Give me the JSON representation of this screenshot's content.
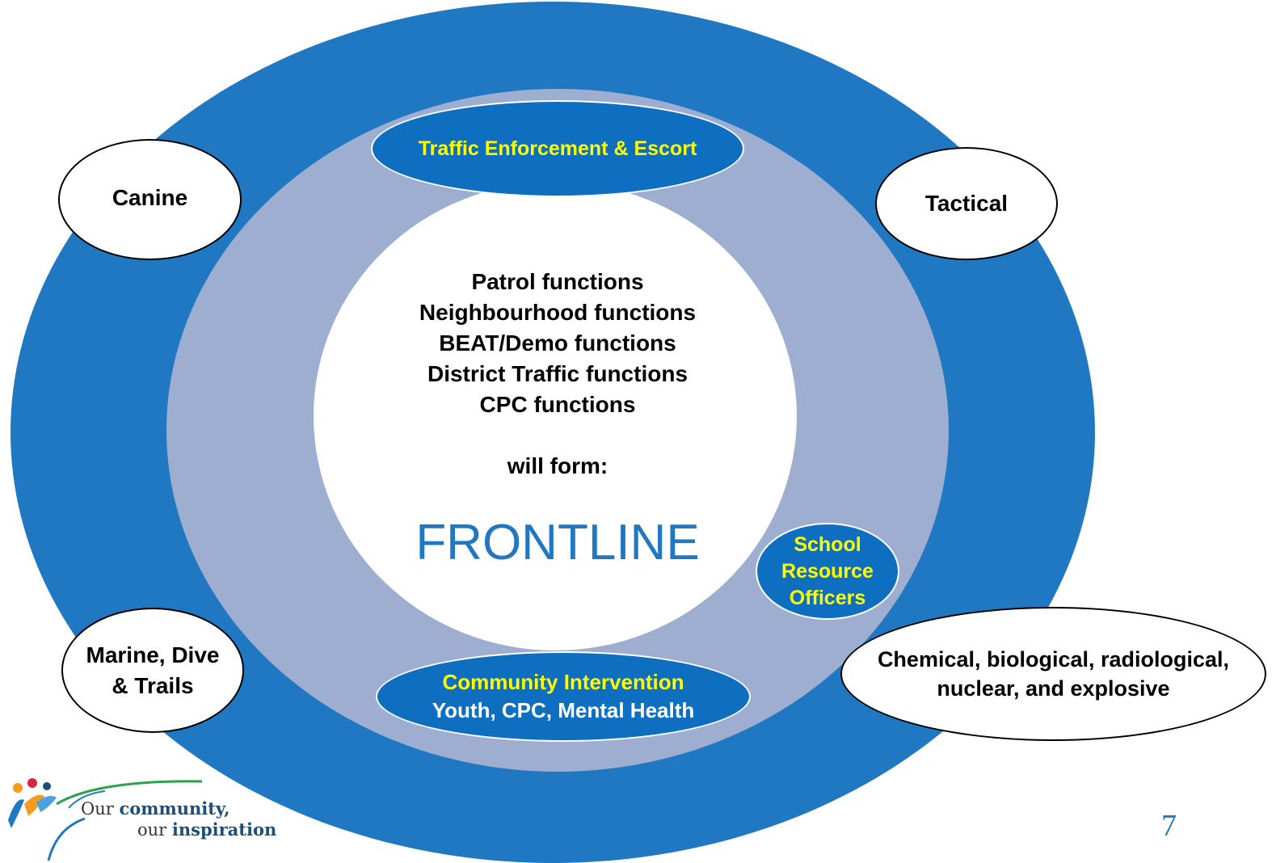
{
  "center": {
    "lines": [
      "Patrol functions",
      "Neighbourhood functions",
      "BEAT/Demo functions",
      "District Traffic functions",
      "CPC functions"
    ],
    "will_form": "will form:",
    "title": "FRONTLINE"
  },
  "inner_ring": {
    "traffic": "Traffic Enforcement & Escort",
    "community_title": "Community Intervention",
    "community_sub": "Youth, CPC, Mental Health",
    "school_line1": "School",
    "school_line2": "Resource",
    "school_line3": "Officers"
  },
  "outer_ring": {
    "canine": "Canine",
    "tactical": "Tactical",
    "marine_line1": "Marine, Dive",
    "marine_line2": "& Trails",
    "chemical_line1": "Chemical, biological, radiological,",
    "chemical_line2": "nuclear, and explosive"
  },
  "logo": {
    "prefix1": "Our ",
    "bold1": "community,",
    "prefix2": "our ",
    "bold2": "inspiration"
  },
  "page_number": "7",
  "colors": {
    "outer_ring": "#1f78c1",
    "middle_ring": "#9eaed0",
    "center": "#ffffff",
    "blue_oval": "#0e6fc0",
    "yellow_text": "#ffff00",
    "frontline_text": "#1f78c1"
  }
}
